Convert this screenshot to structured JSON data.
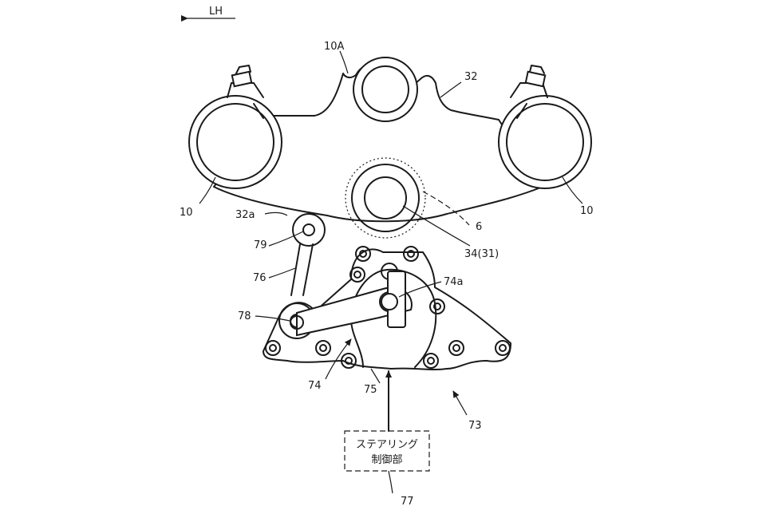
{
  "direction_label": "LH",
  "callouts": {
    "c10a": "10A",
    "c32": "32",
    "c10_left": "10",
    "c10_right": "10",
    "c32a": "32a",
    "c6": "6",
    "c79": "79",
    "c34": "34(31)",
    "c76": "76",
    "c74a": "74a",
    "c78": "78",
    "c74": "74",
    "c75": "75",
    "c73": "73",
    "c77": "77"
  },
  "controller_box": {
    "line1": "ステアリング",
    "line2": "制御部"
  }
}
